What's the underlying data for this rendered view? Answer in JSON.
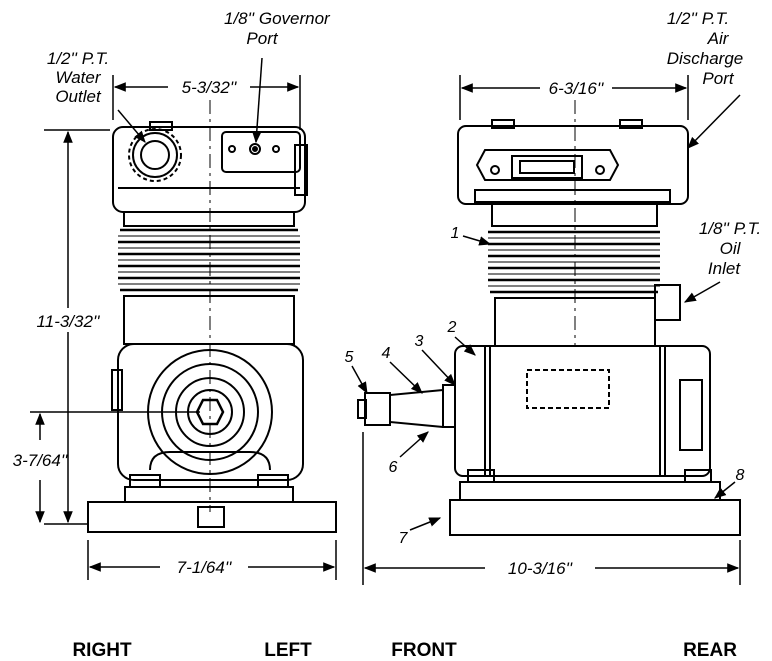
{
  "labels": {
    "governor_port_l1": "1/8'' Governor",
    "governor_port_l2": "Port",
    "water_outlet_l1": "1/2'' P.T.",
    "water_outlet_l2": "Water",
    "water_outlet_l3": "Outlet",
    "air_discharge_l1": "1/2'' P.T.",
    "air_discharge_l2": "Air",
    "air_discharge_l3": "Discharge",
    "air_discharge_l4": "Port",
    "oil_inlet_l1": "1/8'' P.T.",
    "oil_inlet_l2": "Oil",
    "oil_inlet_l3": "Inlet"
  },
  "dimensions": {
    "top_width_left": "5-3/32''",
    "top_width_right": "6-3/16''",
    "overall_height": "11-3/32''",
    "shaft_height": "3-7/64''",
    "base_width_left": "7-1/64''",
    "base_length_right": "10-3/16''"
  },
  "callouts": [
    "1",
    "2",
    "3",
    "4",
    "5",
    "6",
    "7",
    "8"
  ],
  "view_labels": {
    "right": "RIGHT",
    "left": "LEFT",
    "front": "FRONT",
    "rear": "REAR"
  }
}
